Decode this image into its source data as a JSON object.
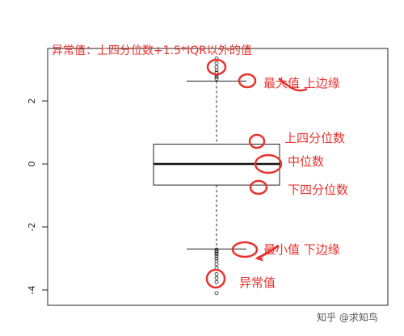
{
  "chart_data": {
    "type": "box",
    "title": "异常值：上四分位数+1.5*IQR以外的值",
    "ylim": [
      -4.2,
      3.6
    ],
    "yticks": [
      -4,
      -2,
      0,
      2
    ],
    "ytick_labels": [
      "-4",
      "-2",
      "0",
      "2"
    ],
    "box": {
      "lower_whisker": -2.7,
      "q1": -0.67,
      "median": 0.0,
      "q3": 0.63,
      "upper_whisker": 2.63
    },
    "outliers_high": [
      2.7,
      2.76,
      2.82,
      2.9,
      2.98,
      3.08,
      3.2,
      3.35
    ],
    "outliers_low": [
      -2.72,
      -2.76,
      -2.8,
      -2.86,
      -2.92,
      -3.0,
      -3.08,
      -3.18,
      -3.3,
      -3.5,
      -3.62,
      -3.75,
      -4.1
    ],
    "grid": false
  },
  "annotations": {
    "max_label": "最大值 上边缘",
    "q3_label": "上四分位数",
    "median_label": "中位数",
    "q1_label": "下四分位数",
    "min_label": "最小值 下边缘",
    "outlier_label": "异常值"
  },
  "watermark": "知乎 @求知鸟",
  "colors": {
    "annotation": "#e8322e",
    "axis": "#222222"
  }
}
